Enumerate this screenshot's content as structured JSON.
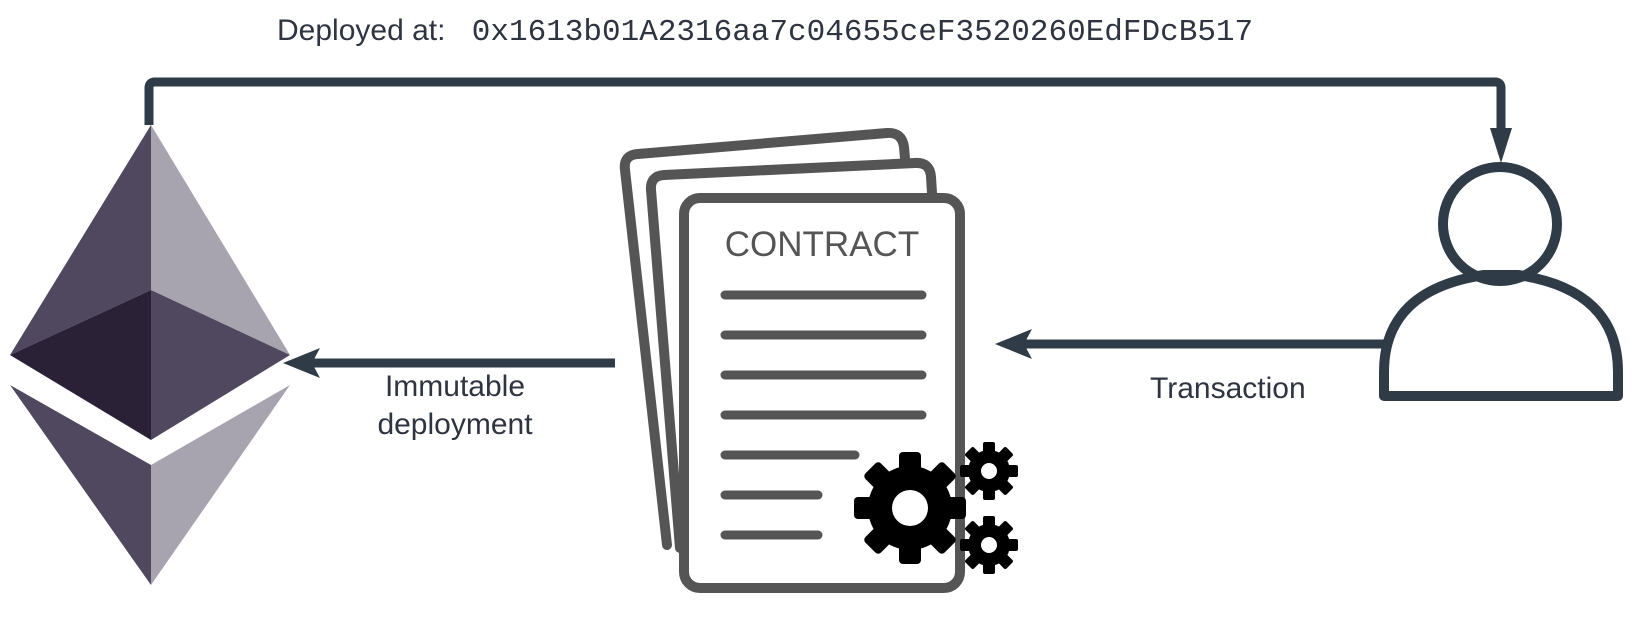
{
  "header": {
    "prefix": "Deployed at:",
    "address": "0x1613b01A2316aa7c04655ceF3520260EdFDcB517"
  },
  "contract": {
    "title": "CONTRACT"
  },
  "edges": {
    "deployment_label": "Immutable deployment",
    "transaction_label": "Transaction"
  },
  "icons": {
    "blockchain": "ethereum-logo-icon",
    "document": "contract-document-icon",
    "gears": "gears-icon",
    "user": "user-icon"
  },
  "colors": {
    "arrow": "#2f3b46",
    "text": "#2e3440",
    "document": "#555555",
    "eth_dark": "#2a2136",
    "eth_mid": "#4f485e",
    "eth_light": "#a7a4b0"
  }
}
